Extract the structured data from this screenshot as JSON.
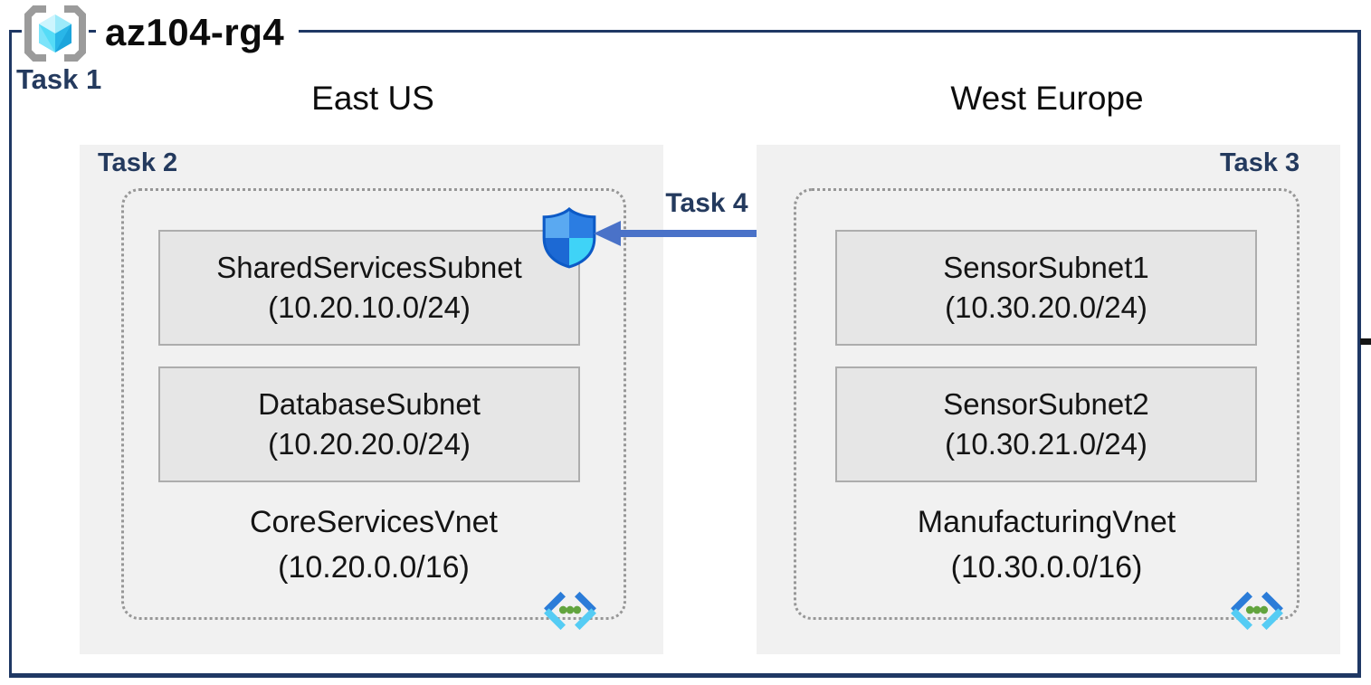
{
  "resource_group": {
    "title": "az104-rg4",
    "task": "Task 1"
  },
  "east": {
    "region": "East US",
    "task": "Task 2",
    "subnet1_name": "SharedServicesSubnet",
    "subnet1_cidr": "(10.20.10.0/24)",
    "subnet2_name": "DatabaseSubnet",
    "subnet2_cidr": "(10.20.20.0/24)",
    "vnet_name": "CoreServicesVnet",
    "vnet_cidr": "(10.20.0.0/16)"
  },
  "west": {
    "region": "West Europe",
    "task": "Task 3",
    "subnet1_name": "SensorSubnet1",
    "subnet1_cidr": "(10.30.20.0/24)",
    "subnet2_name": "SensorSubnet2",
    "subnet2_cidr": "(10.30.21.0/24)",
    "vnet_name": "ManufacturingVnet",
    "vnet_cidr": "(10.30.0.0/16)"
  },
  "connection": {
    "label": "Task 4"
  },
  "icons": {
    "resource_group": "resource-group-brackets-cube-icon",
    "nsg": "network-security-group-shield-icon",
    "bastion": "bastion-shield-monitor-icon",
    "vnet": "virtual-network-chevrons-icon"
  },
  "colors": {
    "frame": "#1f3864",
    "task_text": "#243a5e",
    "region_bg": "#f1f1f1",
    "subnet_bg": "#e6e6e6",
    "subnet_border": "#adadad",
    "vnet_dotted_border": "#979797",
    "arrow": "#4a72c8"
  }
}
